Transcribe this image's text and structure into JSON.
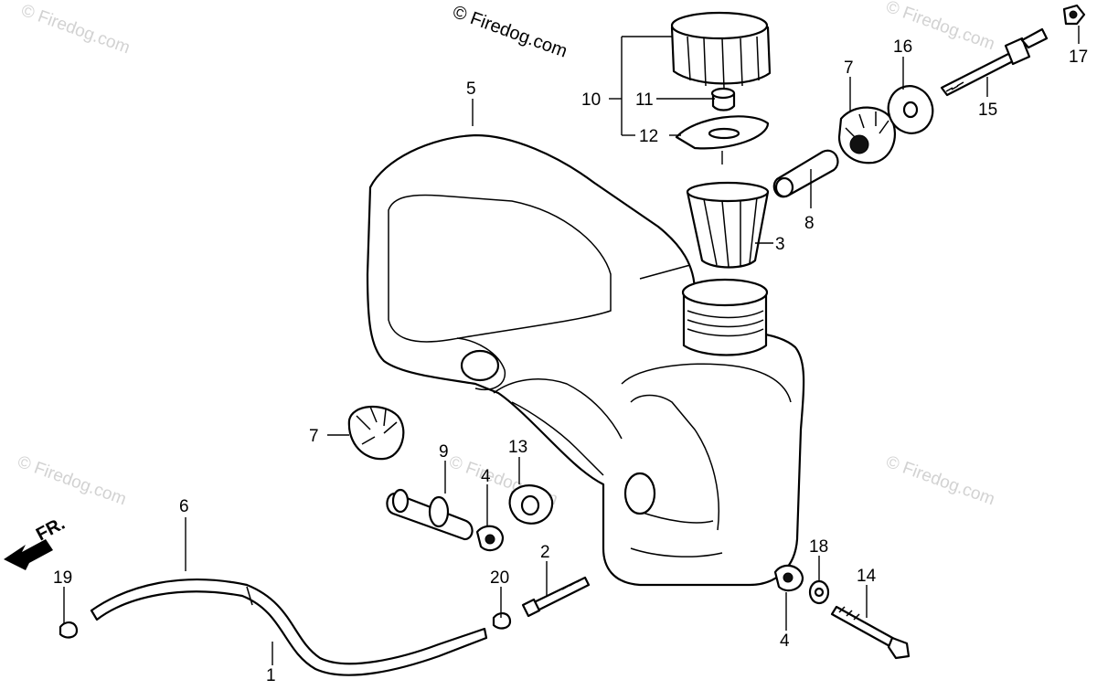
{
  "watermarks": {
    "top_center": "© Firedog.com",
    "corner": "© Firedog.com"
  },
  "direction_label": "FR.",
  "callouts": [
    "1",
    "2",
    "3",
    "4",
    "4",
    "5",
    "6",
    "7",
    "7",
    "8",
    "9",
    "10",
    "11",
    "12",
    "13",
    "14",
    "15",
    "16",
    "17",
    "18",
    "19",
    "20"
  ]
}
